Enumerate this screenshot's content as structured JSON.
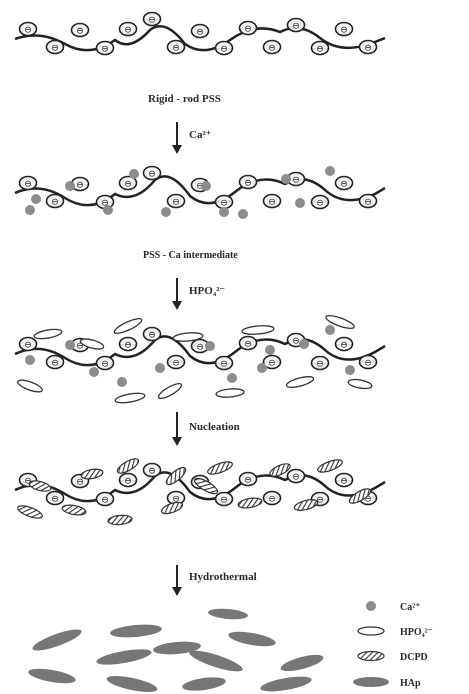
{
  "stages": [
    {
      "caption": "Rigid - rod PSS"
    },
    {
      "caption": "PSS - Ca intermediate"
    },
    {
      "caption": ""
    },
    {
      "caption": ""
    },
    {
      "caption": ""
    }
  ],
  "steps": [
    {
      "label": "Ca²⁺"
    },
    {
      "label": "HPO₄²⁻"
    },
    {
      "label": "Nucleation"
    },
    {
      "label": "Hydrothermal"
    }
  ],
  "chain_unit_symbol": "⊖",
  "legend": [
    {
      "label": "Ca²⁺",
      "icon": "filled-circle"
    },
    {
      "label": "HPO₄²⁻",
      "icon": "hollow-ellipse"
    },
    {
      "label": "DCPD",
      "icon": "hatched-ellipse"
    },
    {
      "label": "HAp",
      "icon": "solid-ellipse"
    }
  ],
  "colors": {
    "line": "#222222",
    "ion": "#8c8c8c",
    "hap": "#777777",
    "bead_fill": "#f4f4f4"
  }
}
